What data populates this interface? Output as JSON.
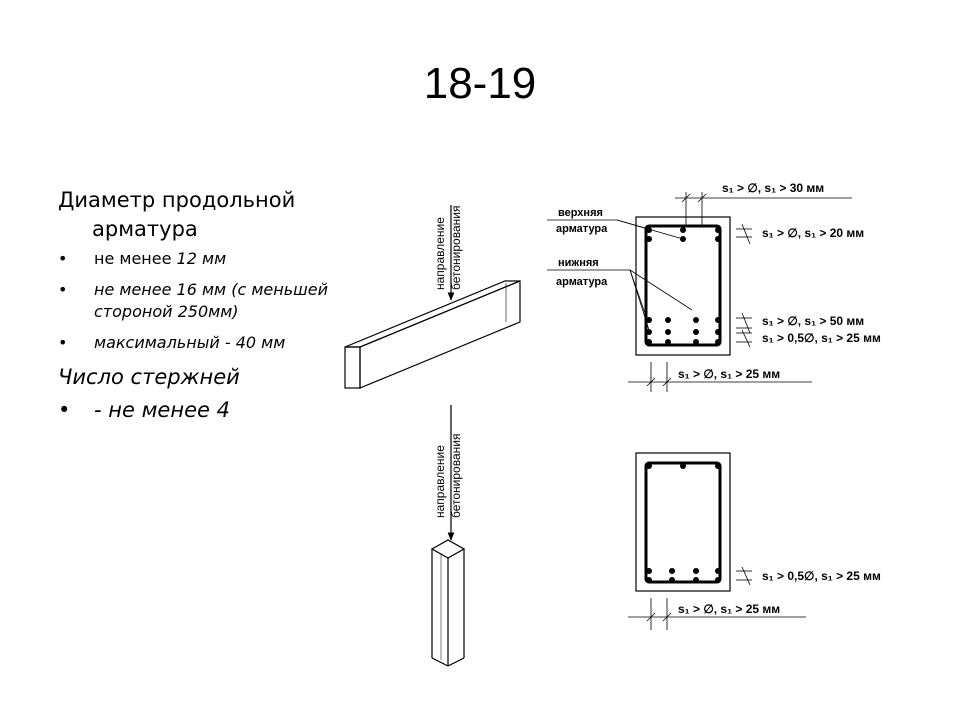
{
  "title": "18-19",
  "text": {
    "diameter_heading_line1": "Диаметр продольной",
    "diameter_heading_line2": "арматура",
    "bullet1_prefix": "не менее ",
    "bullet1_value": "12 мм",
    "bullet2": "не менее 16 мм  (с меньшей стороной 250мм)",
    "bullet3": "максимальный  -  40 мм",
    "count_heading": "Число стержней",
    "count_bullet": "- не менее 4"
  },
  "drawing": {
    "direction_line1": "направление",
    "direction_line2": "бетонирования",
    "upper_label_1": "верхняя",
    "upper_label_2": "арматура",
    "lower_label_1": "нижняя",
    "lower_label_2": "арматура",
    "dim_top": "s₁ > ∅, s₁ > 30 мм",
    "dim_top_right": "s₁ > ∅, s₁ > 20 мм",
    "dim_mid_right": "s₁ > ∅, s₁ > 50 мм",
    "dim_low_right": "s₁ > 0,5∅, s₁ > 25 мм",
    "dim_bottom": "s₁ > ∅, s₁ > 25 мм",
    "dim_col_right": "s₁ > 0,5∅, s₁ > 25 мм",
    "dim_col_bottom": "s₁ > ∅, s₁ > 25 мм"
  }
}
